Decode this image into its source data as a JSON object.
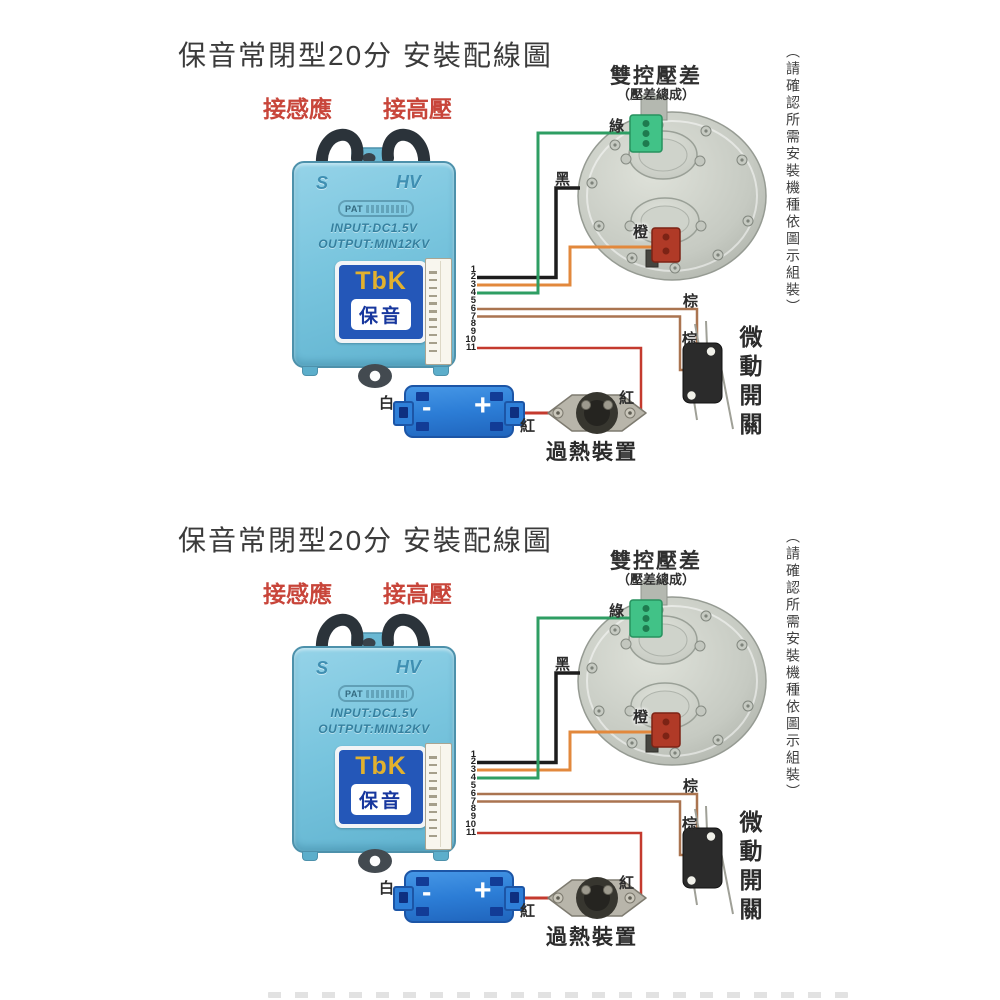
{
  "colors": {
    "title": "#3b3b3b",
    "red_label": "#c8453a",
    "wire_black": "#1d1d1d",
    "wire_green": "#2e9e63",
    "wire_orange": "#e2883c",
    "wire_brown": "#aa7450",
    "wire_red": "#c43a2e",
    "device_blue": "#79c5de",
    "label_blue": "#2457b8",
    "tbk_yellow": "#e2b12e",
    "baoyin_blue": "#17379e",
    "battery_blue": "#2c7dd6",
    "conn_green": "#41c287",
    "conn_orange": "#b03a27",
    "switch_black": "#2b2b2b",
    "metal_gray": "#ccd0c8"
  },
  "diagram": {
    "title": "保音常閉型20分 安裝配線圖",
    "tap_labels": {
      "sensor": "接感應",
      "high_voltage": "接高壓"
    },
    "side_note": "（請確認所需安裝機種依圖示組裝）",
    "pressure_switch": {
      "title": "雙控壓差",
      "subtitle": "（壓差總成）",
      "green": "綠",
      "black": "黑",
      "orange": "橙"
    },
    "igniter": {
      "s_marking": "S",
      "hv_marking": "HV",
      "pat_marking": "PAT",
      "input_marking": "INPUT:DC1.5V",
      "output_marking": "OUTPUT:MIN12KV",
      "brand": "TbK",
      "model": "保音"
    },
    "pins": [
      "1",
      "2",
      "3",
      "4",
      "5",
      "6",
      "7",
      "8",
      "9",
      "10",
      "11"
    ],
    "battery": {
      "minus": "-",
      "plus": "+",
      "white": "白",
      "red": "紅"
    },
    "overheat": {
      "label": "過熱裝置",
      "red": "紅"
    },
    "microswitch": {
      "label": "微動開關",
      "brown_top": "棕",
      "brown_bottom": "棕"
    }
  }
}
